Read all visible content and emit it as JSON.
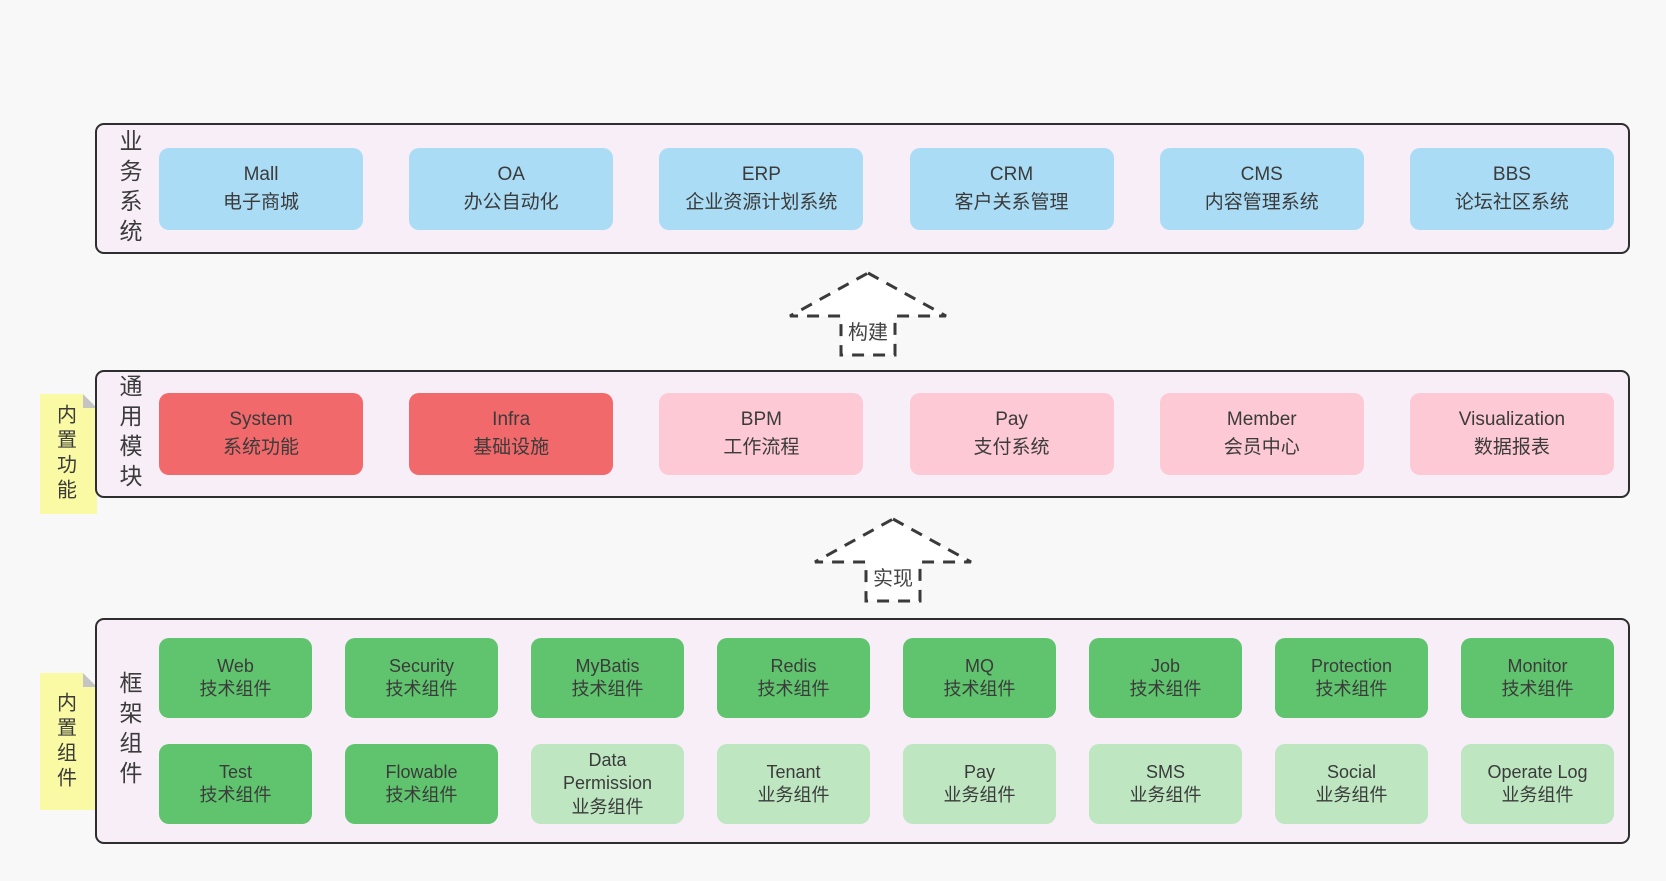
{
  "colors": {
    "page_bg": "#f8f8f8",
    "panel_bg": "#f8eef8",
    "panel_border": "#2e2e2e",
    "blue_box": "#aadcf5",
    "red_box": "#f1696b",
    "pink_box": "#fdc9d4",
    "green_box": "#5fc46d",
    "light_green_box": "#bde6c1",
    "note_yellow": "#fafaa4",
    "note_fold_gray": "#c4c4c4",
    "text": "#3b3b3b"
  },
  "arrows": {
    "build": "构建",
    "implement": "实现"
  },
  "rows": {
    "business": {
      "side_label": "业务系统",
      "boxes": [
        {
          "en": "Mall",
          "zh": "电子商城"
        },
        {
          "en": "OA",
          "zh": "办公自动化"
        },
        {
          "en": "ERP",
          "zh": "企业资源计划系统"
        },
        {
          "en": "CRM",
          "zh": "客户关系管理"
        },
        {
          "en": "CMS",
          "zh": "内容管理系统"
        },
        {
          "en": "BBS",
          "zh": "论坛社区系统"
        }
      ]
    },
    "modules": {
      "side_label": "通用模块",
      "note": "内置功能",
      "boxes": [
        {
          "en": "System",
          "zh": "系统功能"
        },
        {
          "en": "Infra",
          "zh": "基础设施"
        },
        {
          "en": "BPM",
          "zh": "工作流程"
        },
        {
          "en": "Pay",
          "zh": "支付系统"
        },
        {
          "en": "Member",
          "zh": "会员中心"
        },
        {
          "en": "Visualization",
          "zh": "数据报表"
        }
      ]
    },
    "components": {
      "side_label": "框架组件",
      "note": "内置组件",
      "row1": [
        {
          "en": "Web",
          "zh": "技术组件"
        },
        {
          "en": "Security",
          "zh": "技术组件"
        },
        {
          "en": "MyBatis",
          "zh": "技术组件"
        },
        {
          "en": "Redis",
          "zh": "技术组件"
        },
        {
          "en": "MQ",
          "zh": "技术组件"
        },
        {
          "en": "Job",
          "zh": "技术组件"
        },
        {
          "en": "Protection",
          "zh": "技术组件"
        },
        {
          "en": "Monitor",
          "zh": "技术组件"
        }
      ],
      "row2": [
        {
          "en": "Test",
          "zh": "技术组件"
        },
        {
          "en": "Flowable",
          "zh": "技术组件"
        },
        {
          "en": "Data Permission",
          "zh": "业务组件"
        },
        {
          "en": "Tenant",
          "zh": "业务组件"
        },
        {
          "en": "Pay",
          "zh": "业务组件"
        },
        {
          "en": "SMS",
          "zh": "业务组件"
        },
        {
          "en": "Social",
          "zh": "业务组件"
        },
        {
          "en": "Operate Log",
          "zh": "业务组件"
        }
      ]
    }
  }
}
